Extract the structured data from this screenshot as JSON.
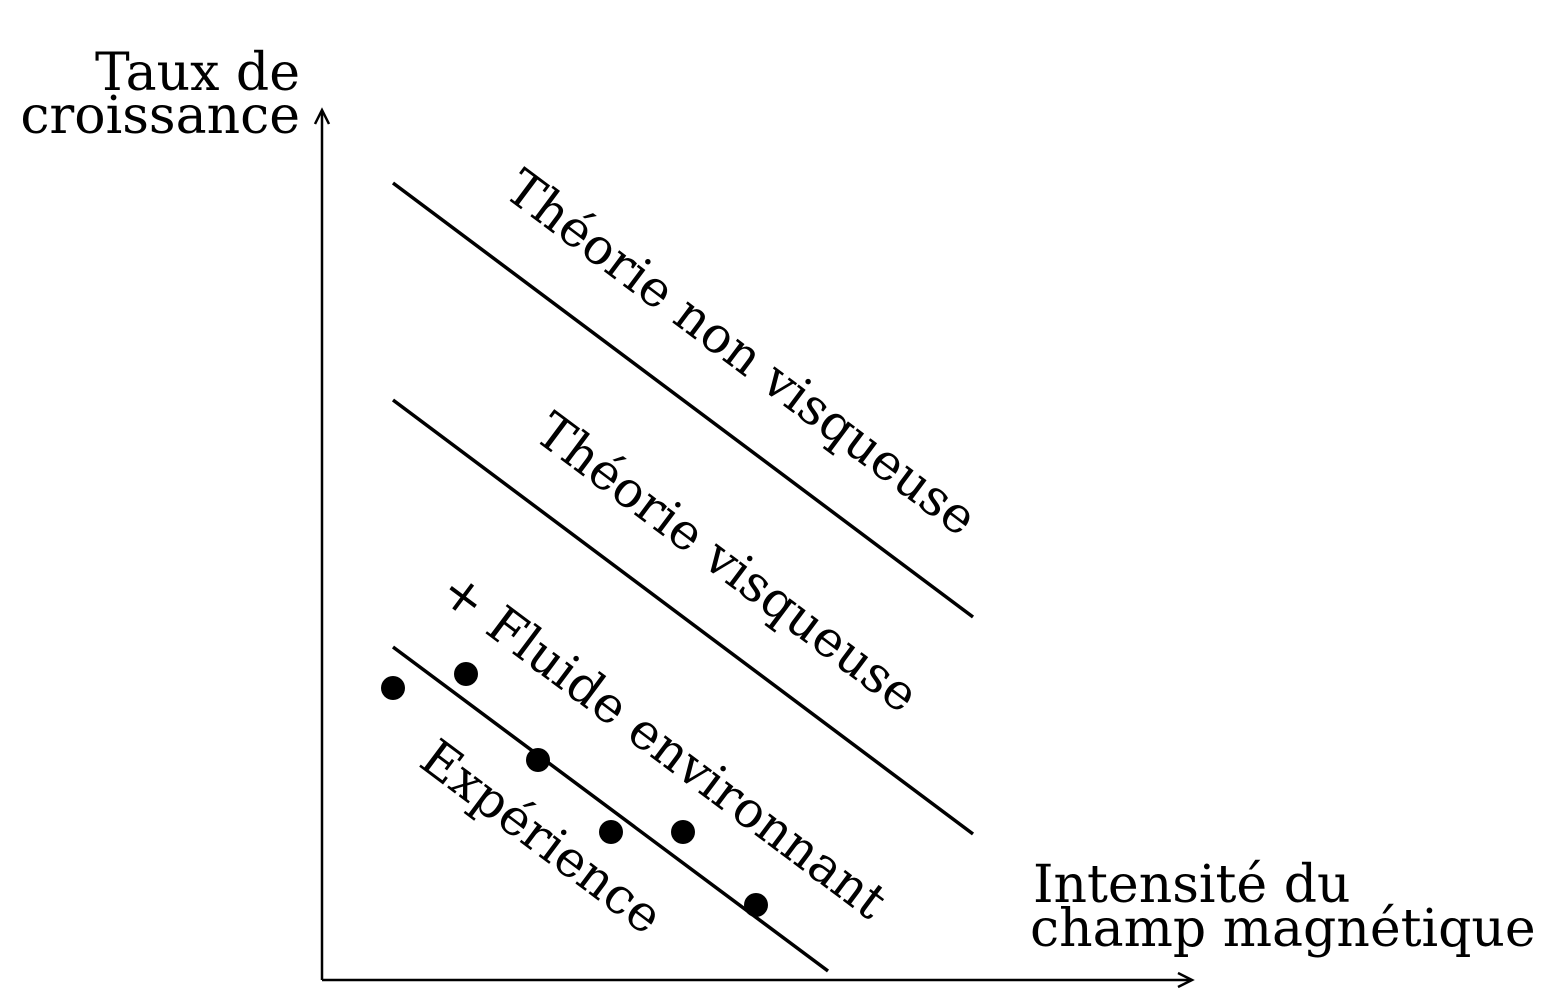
{
  "y_axis": {
    "label_line1": "Taux de",
    "label_line2": "croissance"
  },
  "x_axis": {
    "label_line1": "Intensité du",
    "label_line2": "champ magnétique"
  },
  "lines": [
    {
      "label": "Théorie non visqueuse"
    },
    {
      "label": "Théorie visqueuse"
    },
    {
      "label": "+ Fluide environnant"
    }
  ],
  "experiment": {
    "label": "Expérience",
    "points": 6
  },
  "colors": {
    "ink": "#000000",
    "background": "#ffffff"
  }
}
